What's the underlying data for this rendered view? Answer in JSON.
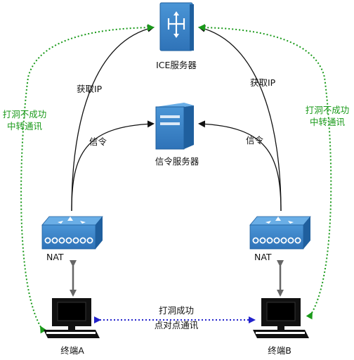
{
  "ice_server": {
    "label": "ICE服务器"
  },
  "signal_server": {
    "label": "信令服务器"
  },
  "edges": {
    "get_ip_left": "获取IP",
    "get_ip_right": "获取IP",
    "signal_left": "信令",
    "signal_right": "信令",
    "relay_left": [
      "打洞不成功",
      "中转通讯"
    ],
    "relay_right": [
      "打洞不成功",
      "中转通讯"
    ],
    "p2p": [
      "打洞成功",
      "点对点通讯"
    ]
  },
  "nat_left": {
    "label": "NAT"
  },
  "nat_right": {
    "label": "NAT"
  },
  "terminal_a": {
    "label": "终端A"
  },
  "terminal_b": {
    "label": "终端B"
  },
  "colors": {
    "device_blue": "#3b82c4",
    "device_blue_dark": "#1f5f9e",
    "relay_green": "#1a9a1a",
    "p2p_blue": "#2222cc",
    "arrow_black": "#111111",
    "arrow_gray": "#666666"
  }
}
